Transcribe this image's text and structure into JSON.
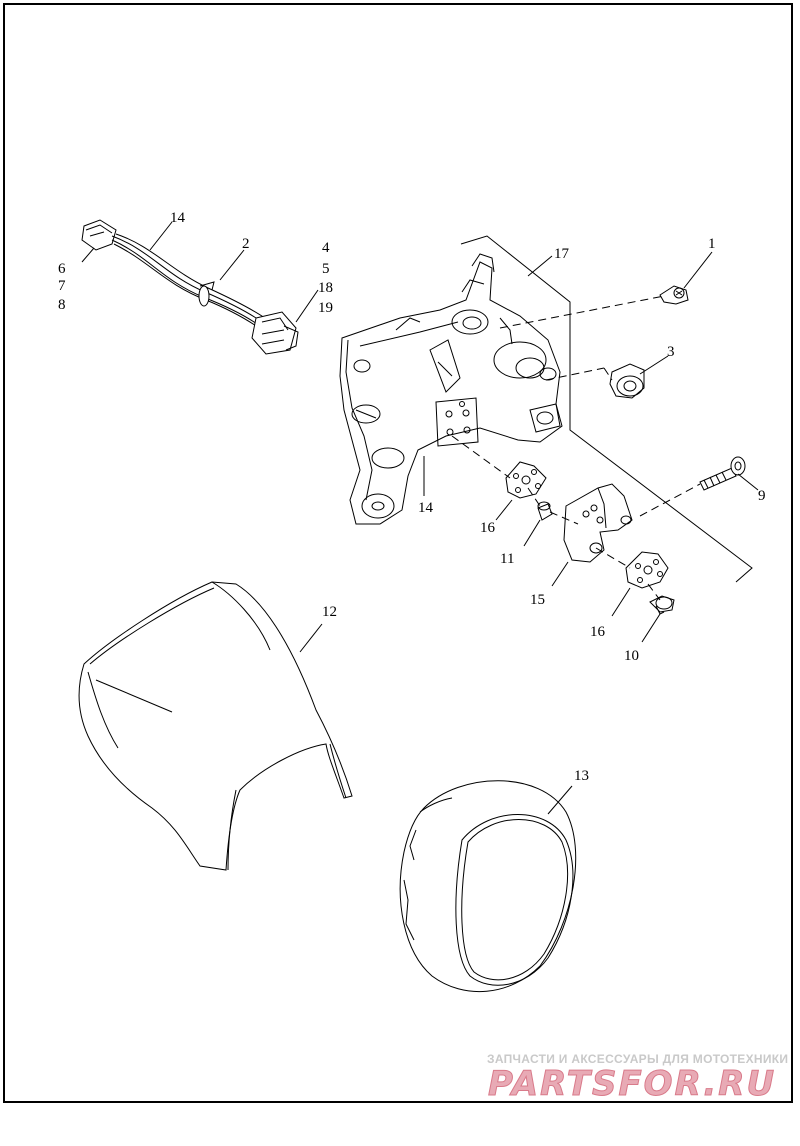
{
  "callouts": {
    "c1": "1",
    "c2": "2",
    "c3": "3",
    "c4": "4",
    "c5": "5",
    "c6": "6",
    "c7": "7",
    "c8": "8",
    "c9": "9",
    "c10": "10",
    "c11": "11",
    "c12": "12",
    "c13": "13",
    "c14a": "14",
    "c14b": "14",
    "c15": "15",
    "c16a": "16",
    "c16b": "16",
    "c17": "17",
    "c18": "18",
    "c19": "19"
  },
  "watermark": {
    "tagline": "ЗАПЧАСТИ И АКСЕССУАРЫ ДЛЯ МОТОТЕХНИКИ",
    "logo": "PARTSFOR.RU"
  },
  "colors": {
    "line": "#000000",
    "watermark_text": "#c9c9c9",
    "watermark_logo": "#e8aab5"
  }
}
